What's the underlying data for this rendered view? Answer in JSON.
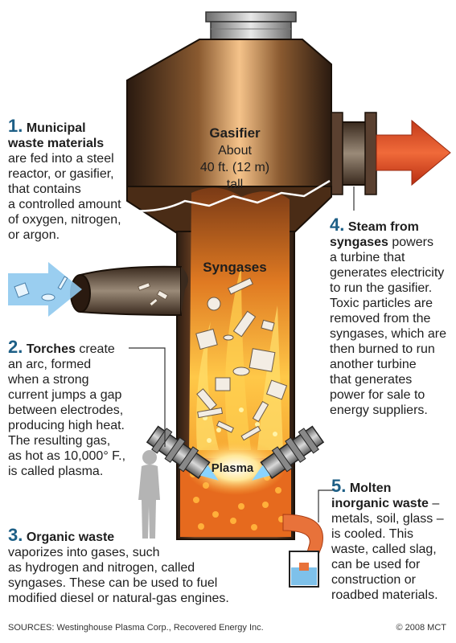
{
  "labels": {
    "gasifier_title": "Gasifier",
    "gasifier_size_1": "About",
    "gasifier_size_2": "40 ft. (12 m)",
    "gasifier_size_3": "tall",
    "syngases": "Syngases",
    "plasma": "Plasma"
  },
  "steps": [
    {
      "number": "1.",
      "heading_1": "Municipal",
      "heading_2": "waste materials",
      "lines": [
        "are fed into a steel",
        "reactor, or gasifier,",
        "that contains",
        "a controlled amount",
        "of oxygen, nitrogen,",
        "or argon."
      ]
    },
    {
      "number": "2.",
      "heading": "Torches",
      "lead": " create",
      "lines": [
        "an arc, formed",
        "when a strong",
        "current jumps a gap",
        "between electrodes,",
        "producing high heat.",
        "The resulting gas,",
        "as hot as 10,000° F.,",
        "is called plasma."
      ]
    },
    {
      "number": "3.",
      "heading": "Organic waste",
      "lines": [
        "vaporizes into gases, such",
        "as hydrogen and nitrogen, called",
        "syngases. These can be used to fuel",
        "modified diesel or natural-gas engines."
      ]
    },
    {
      "number": "4.",
      "heading_1": "Steam from",
      "heading_2": "syngases",
      "lead": " powers",
      "lines": [
        "a turbine that",
        "generates electricity",
        "to run the gasifier.",
        "Toxic particles are",
        "removed from the",
        "syngases, which are",
        "then burned to run",
        "another turbine",
        "that generates",
        "power for sale to",
        "energy suppliers."
      ]
    },
    {
      "number": "5.",
      "heading_1": "Molten",
      "heading_2": "inorganic waste",
      "lead": " –",
      "lines": [
        "metals, soil, glass –",
        "is cooled. This",
        "waste, called slag,",
        "can be used for",
        "construction or",
        "roadbed materials."
      ]
    }
  ],
  "footer": {
    "sources": "SOURCES: Westinghouse Plasma Corp., Recovered Energy Inc.",
    "copyright": "© 2008 MCT"
  },
  "colors": {
    "number_blue": "#1d5f86",
    "vessel_dark": "#3a2a1e",
    "flame_orange": "#f28a1e",
    "plasma_glow": "#ffd45a",
    "exhaust_red": "#e8502a",
    "intake_blue": "#8fc9ee",
    "slag_orange": "#e8723a"
  },
  "icons": [
    "intake-arrow-icon",
    "exhaust-arrow-icon",
    "torch-icon",
    "person-silhouette-icon",
    "slag-container-icon"
  ]
}
